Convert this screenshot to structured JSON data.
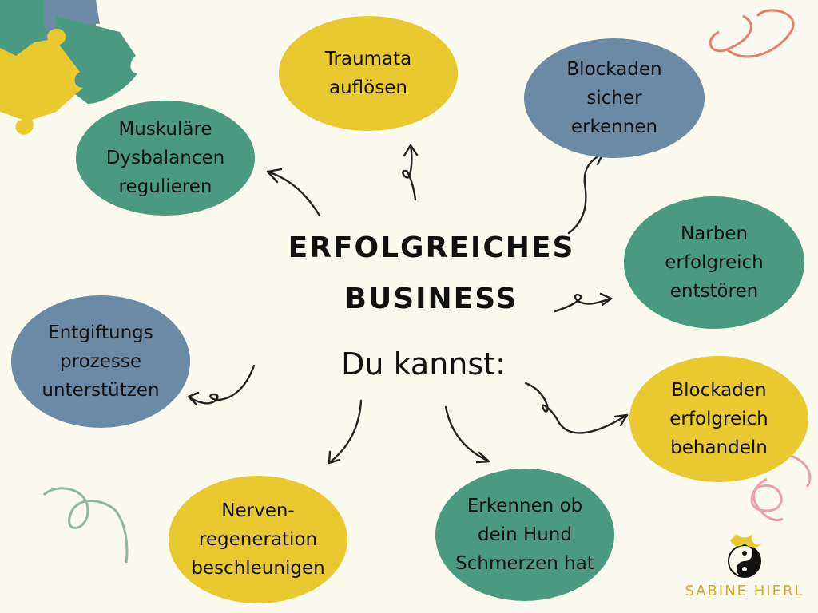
{
  "center": {
    "title_line1": "ERFOLGREICHES",
    "title_line2": "BUSINESS",
    "subtitle": "Du kannst:"
  },
  "bubbles": [
    {
      "text": "Muskuläre\nDysbalancen\nregulieren",
      "color": "teal"
    },
    {
      "text": "Traumata\nauflösen",
      "color": "yellow"
    },
    {
      "text": "Blockaden\nsicher\nerkennen",
      "color": "slate"
    },
    {
      "text": "Narben\nerfolgreich\nentstören",
      "color": "teal"
    },
    {
      "text": "Blockaden\nerfolgreich\nbehandeln",
      "color": "yellow"
    },
    {
      "text": "Erkennen ob\ndein Hund\nSchmerzen hat",
      "color": "teal"
    },
    {
      "text": "Nerven-\nregeneration\nbeschleunigen",
      "color": "yellow"
    },
    {
      "text": "Entgiftungs\nprozesse\nunterstützen",
      "color": "slate"
    }
  ],
  "logo": {
    "name": "SABINE HIERL",
    "icon": "yin-yang-bird-icon"
  },
  "colors": {
    "background": "#fcf9ef",
    "yellow": "#e9c930",
    "teal": "#4a9a82",
    "slate": "#6a8aa5",
    "arrow": "#222222",
    "brand": "#d8a823",
    "coral": "#e47f6b",
    "pink": "#e9a0a8",
    "sage": "#8fb8a4"
  }
}
